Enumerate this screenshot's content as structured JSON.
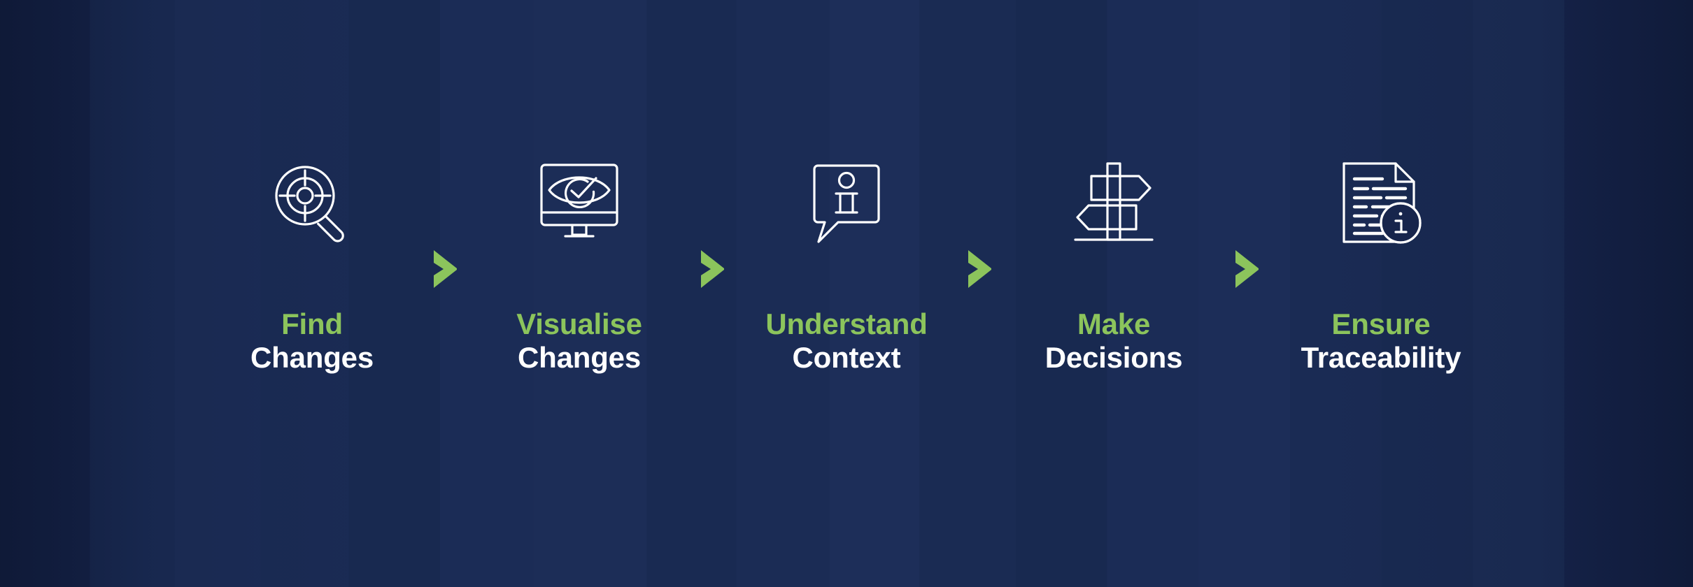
{
  "theme": {
    "background_navy": "#17254c",
    "accent_green": "#8cc45c",
    "icon_stroke_white": "#ffffff",
    "label_white": "#ffffff"
  },
  "flow": {
    "separator_icon": "chevron-right-icon",
    "separator_color": "#8cc45c",
    "separator_count": 4,
    "steps": [
      {
        "icon": "magnifier-target-icon",
        "label_top": "Find",
        "label_bottom": "Changes"
      },
      {
        "icon": "monitor-eye-check-icon",
        "label_top": "Visualise",
        "label_bottom": "Changes"
      },
      {
        "icon": "speech-bubble-info-icon",
        "label_top": "Understand",
        "label_bottom": "Context"
      },
      {
        "icon": "signpost-icon",
        "label_top": "Make",
        "label_bottom": "Decisions"
      },
      {
        "icon": "document-info-icon",
        "label_top": "Ensure",
        "label_bottom": "Traceability"
      }
    ]
  }
}
